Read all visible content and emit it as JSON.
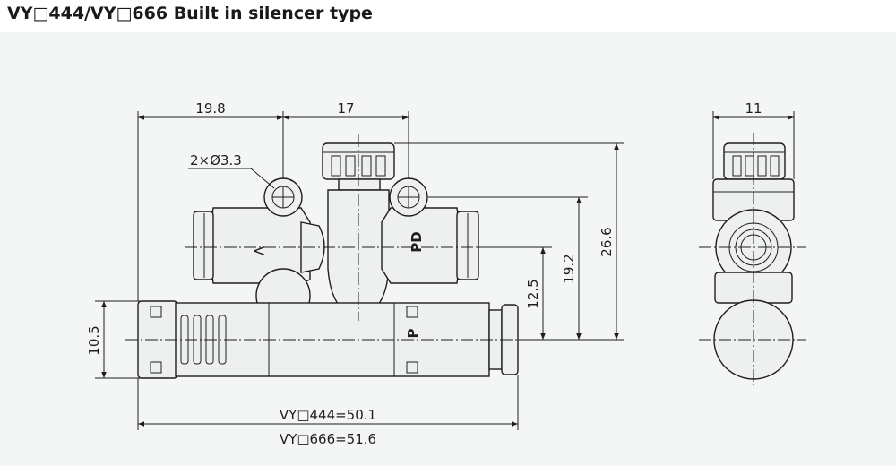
{
  "title": "VY□444/VY□666 Built in silencer type",
  "dimensions": {
    "d_19_8": "19.8",
    "d_17": "17",
    "d_11": "11",
    "holes": "2×Ø3.3",
    "d_26_6": "26.6",
    "d_19_2": "19.2",
    "d_12_5": "12.5",
    "d_10_5": "10.5",
    "len_444": "VY□444=50.1",
    "len_666": "VY□666=51.6"
  },
  "port_labels": {
    "v": "V",
    "pd": "PD",
    "p": "P"
  }
}
